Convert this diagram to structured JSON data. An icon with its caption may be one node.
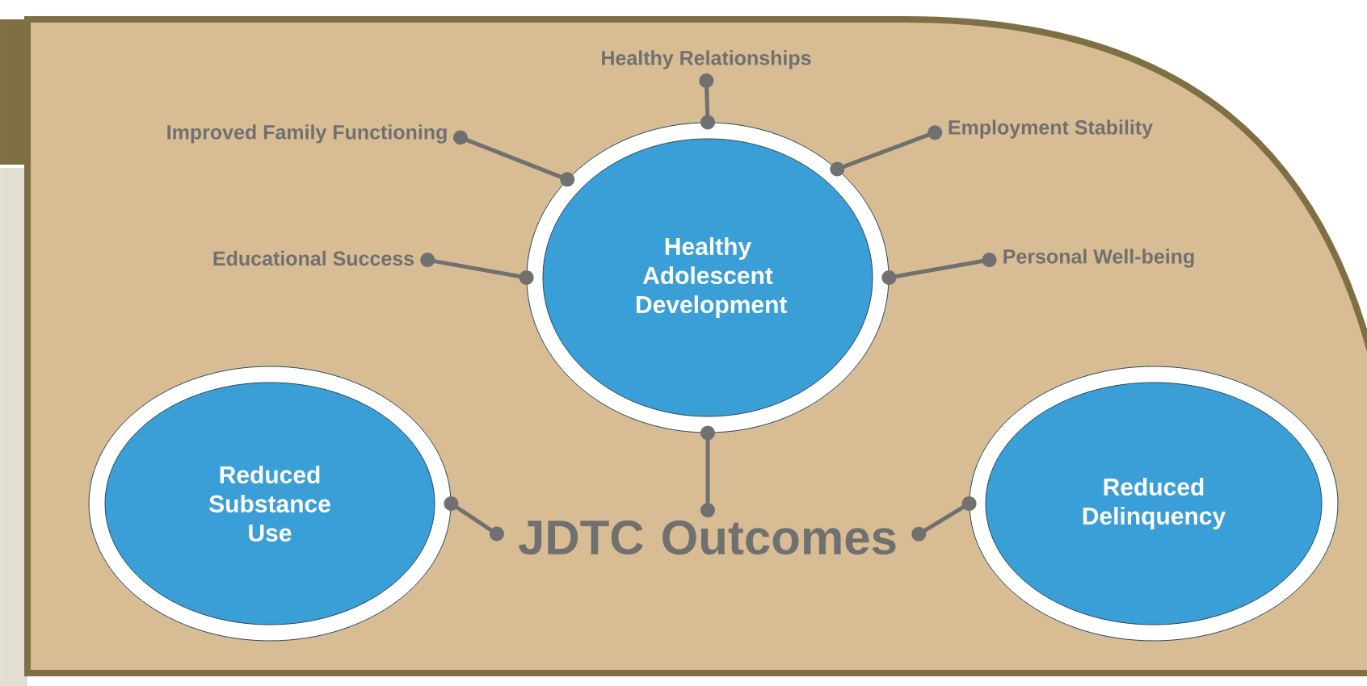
{
  "diagram": {
    "nodes": [
      {
        "text": [
          "Healthy Adolescent Development"
        ]
      },
      {
        "text": [
          "Reduced Substance Use"
        ]
      },
      {
        "text": [
          "Reduced Delinquency"
        ]
      },
      {
        "text": [
          "JDTC Outcomes"
        ]
      },
      {
        "text": [
          "Healthy Relationships"
        ]
      },
      {
        "text": [
          "Improved Family Functioning"
        ]
      },
      {
        "text": [
          "Employment Stability"
        ]
      },
      {
        "text": [
          "Educational Success"
        ]
      },
      {
        "text": [
          "Personal Well-being"
        ]
      }
    ],
    "edges": [
      {
        "from": 0,
        "to": 4,
        "arrow": "other"
      },
      {
        "from": 0,
        "to": 5,
        "arrow": "other"
      },
      {
        "from": 0,
        "to": 6,
        "arrow": "other"
      },
      {
        "from": 0,
        "to": 7,
        "arrow": "other"
      },
      {
        "from": 0,
        "to": 8,
        "arrow": "other"
      },
      {
        "from": 0,
        "to": 3,
        "arrow": "other"
      },
      {
        "from": 1,
        "to": 3,
        "arrow": "other"
      },
      {
        "from": 2,
        "to": 3,
        "arrow": "other"
      }
    ]
  }
}
